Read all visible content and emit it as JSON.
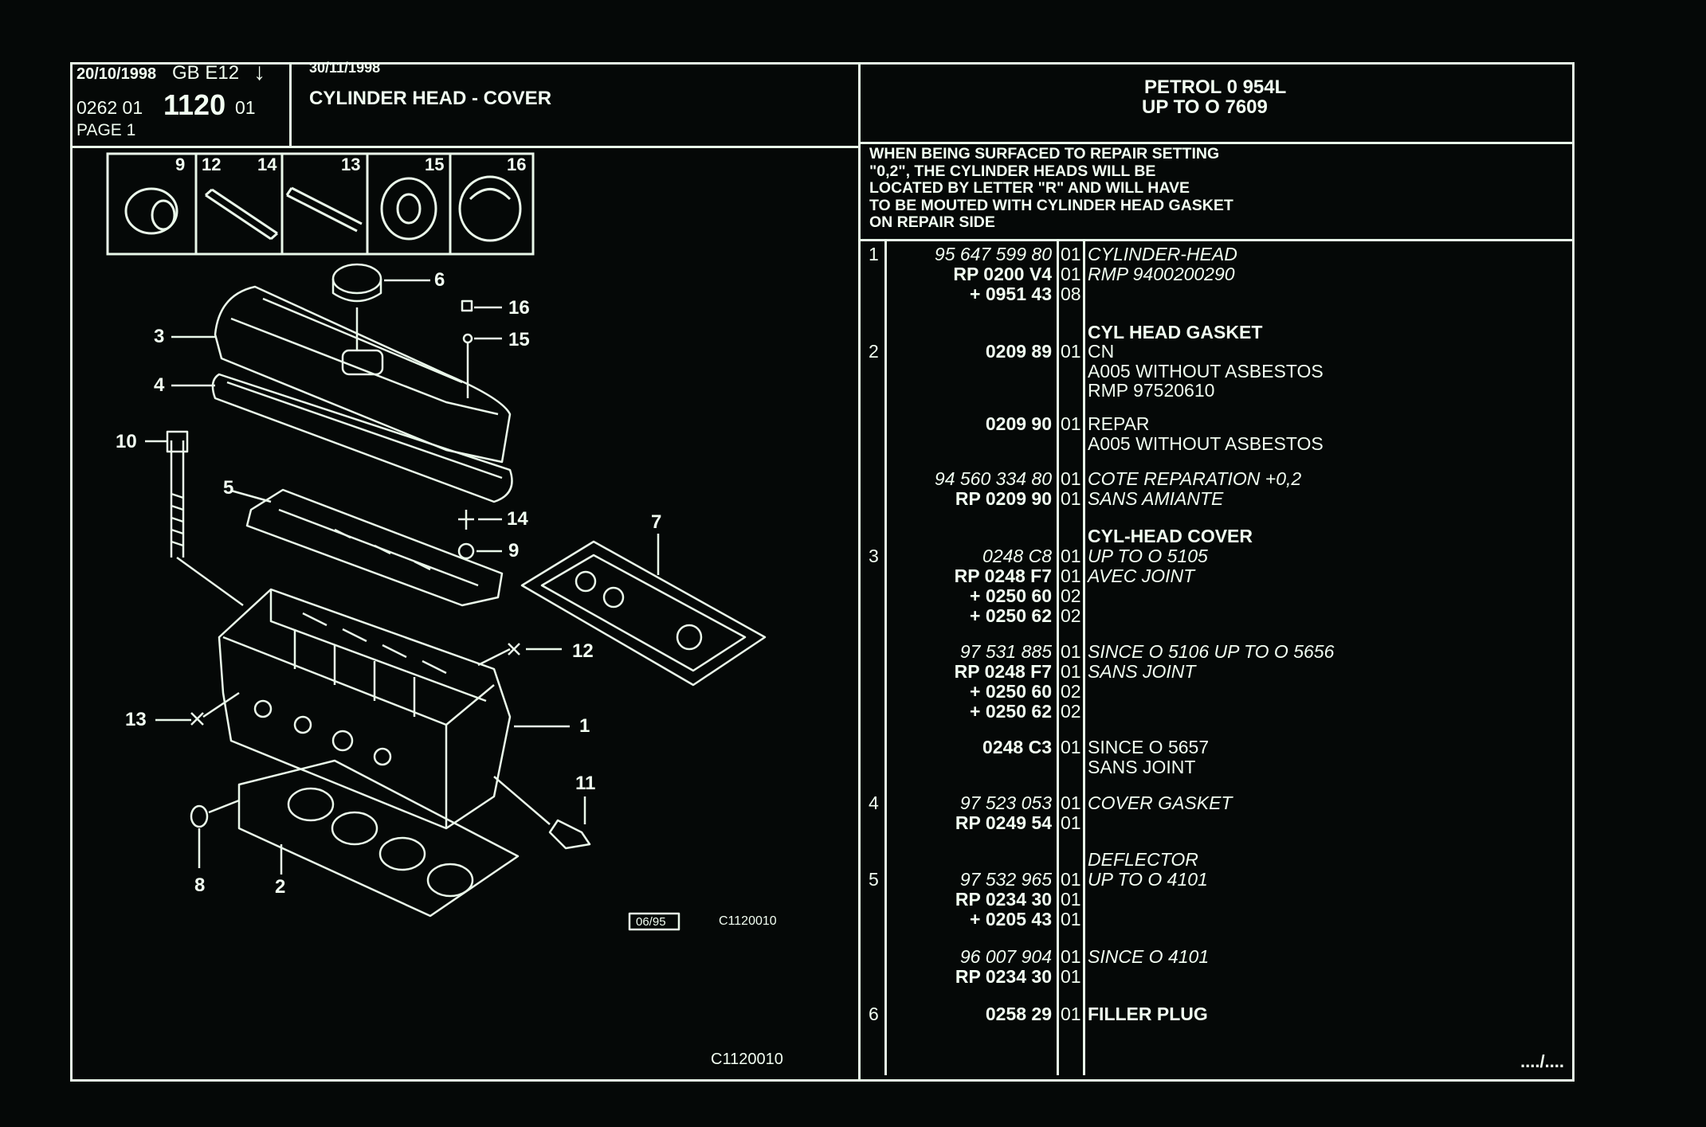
{
  "header": {
    "date1": "20/10/1998",
    "code": "GB E12",
    "arrow": "↓",
    "ref_prefix": "0262 01",
    "ref_main": "1120",
    "ref_suffix": "01",
    "page": "PAGE 1",
    "date2": "30/11/1998",
    "title": "CYLINDER HEAD - COVER",
    "engine_line1": "PETROL 0 954L",
    "engine_line2": "UP TO O 7609"
  },
  "note": [
    "WHEN BEING SURFACED TO REPAIR SETTING",
    "\"0,2\", THE CYLINDER HEADS WILL BE",
    "LOCATED BY LETTER \"R\" AND WILL HAVE",
    "TO BE MOUTED WITH CYLINDER HEAD GASKET",
    "ON REPAIR SIDE"
  ],
  "thumbnails": [
    {
      "label": "9"
    },
    {
      "label": "12",
      "label2": "14"
    },
    {
      "label": "13"
    },
    {
      "label": "15"
    },
    {
      "label": "16"
    }
  ],
  "callouts": [
    "1",
    "2",
    "3",
    "4",
    "5",
    "6",
    "7",
    "8",
    "9",
    "10",
    "11",
    "12",
    "13",
    "14",
    "15",
    "16"
  ],
  "diagram": {
    "stamp": "06/95",
    "ref_small": "C1120010",
    "ref_bottom": "C1120010"
  },
  "rows": [
    {
      "no": "1",
      "ref": "95 647 599 80",
      "q": "01",
      "d": "CYLINDER-HEAD",
      "ref_it": true,
      "d_it": true
    },
    {
      "no": "",
      "ref": "RP  0200 V4",
      "q": "01",
      "d": "RMP 9400200290",
      "d_it": true
    },
    {
      "no": "",
      "ref": "+  0951 43",
      "q": "08",
      "d": ""
    },
    {
      "no": "",
      "ref": "",
      "q": "",
      "d": "CYL HEAD GASKET",
      "d_bold": true
    },
    {
      "no": "2",
      "ref": "0209 89",
      "q": "01",
      "d": "CN"
    },
    {
      "no": "",
      "ref": "",
      "q": "",
      "d": "A005 WITHOUT ASBESTOS"
    },
    {
      "no": "",
      "ref": "",
      "q": "",
      "d": "RMP 97520610"
    },
    {
      "no": "",
      "ref": "0209 90",
      "q": "01",
      "d": "REPAR"
    },
    {
      "no": "",
      "ref": "",
      "q": "",
      "d": "A005 WITHOUT ASBESTOS"
    },
    {
      "no": "",
      "ref": "94 560 334 80",
      "q": "01",
      "d": "COTE REPARATION  +0,2",
      "ref_it": true,
      "d_it": true
    },
    {
      "no": "",
      "ref": "RP  0209 90",
      "q": "01",
      "d": "SANS AMIANTE",
      "d_it": true
    },
    {
      "no": "",
      "ref": "",
      "q": "",
      "d": "CYL-HEAD COVER",
      "d_bold": true
    },
    {
      "no": "3",
      "ref": "0248 C8",
      "q": "01",
      "d": "UP  TO  O  5105",
      "ref_it": true,
      "d_it": true
    },
    {
      "no": "",
      "ref": "RP  0248 F7",
      "q": "01",
      "d": "AVEC JOINT",
      "d_it": true
    },
    {
      "no": "",
      "ref": "+  0250 60",
      "q": "02",
      "d": ""
    },
    {
      "no": "",
      "ref": "+  0250 62",
      "q": "02",
      "d": ""
    },
    {
      "no": "",
      "ref": "97 531 885",
      "q": "01",
      "d": "SINCE  O  5106 UP  TO  O  5656",
      "ref_it": true,
      "d_it": true
    },
    {
      "no": "",
      "ref": "RP  0248 F7",
      "q": "01",
      "d": "SANS JOINT",
      "d_it": true
    },
    {
      "no": "",
      "ref": "+  0250 60",
      "q": "02",
      "d": ""
    },
    {
      "no": "",
      "ref": "+  0250 62",
      "q": "02",
      "d": ""
    },
    {
      "no": "",
      "ref": "0248 C3",
      "q": "01",
      "d": "SINCE  O  5657"
    },
    {
      "no": "",
      "ref": "",
      "q": "",
      "d": "SANS JOINT"
    },
    {
      "no": "4",
      "ref": "97 523 053",
      "q": "01",
      "d": "COVER GASKET",
      "ref_it": true,
      "d_it": true
    },
    {
      "no": "",
      "ref": "RP  0249 54",
      "q": "01",
      "d": ""
    },
    {
      "no": "",
      "ref": "",
      "q": "",
      "d": "DEFLECTOR",
      "d_it": true
    },
    {
      "no": "5",
      "ref": "97 532 965",
      "q": "01",
      "d": "UP  TO  O  4101",
      "ref_it": true,
      "d_it": true
    },
    {
      "no": "",
      "ref": "RP  0234 30",
      "q": "01",
      "d": ""
    },
    {
      "no": "",
      "ref": "+  0205 43",
      "q": "01",
      "d": ""
    },
    {
      "no": "",
      "ref": "96 007 904",
      "q": "01",
      "d": "SINCE  O  4101",
      "ref_it": true,
      "d_it": true
    },
    {
      "no": "",
      "ref": "RP  0234 30",
      "q": "01",
      "d": ""
    },
    {
      "no": "6",
      "ref": "0258 29",
      "q": "01",
      "d": "FILLER PLUG",
      "d_bold": true
    }
  ],
  "continued": "..../...."
}
